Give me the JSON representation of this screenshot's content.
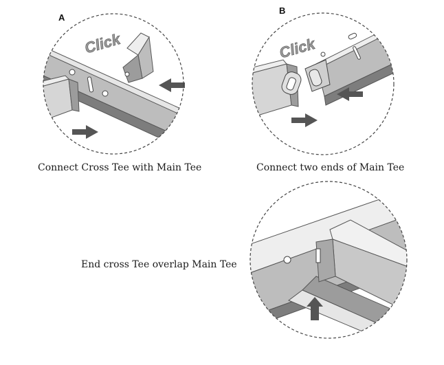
{
  "panels": [
    {
      "letter": "A",
      "click_text": "Click",
      "caption": "Connect Cross Tee with Main Tee"
    },
    {
      "letter": "B",
      "click_text": "Click",
      "caption": "Connect two ends of Main Tee"
    },
    {
      "letter": "",
      "click_text": "",
      "caption": "End cross Tee overlap Main Tee"
    }
  ],
  "colors": {
    "rail_top": "#e6e6e6",
    "rail_face": "#bdbdbd",
    "rail_shadow": "#7d7d7d",
    "outline": "#555555",
    "arrow": "#555555",
    "circle_border": "#444444"
  }
}
